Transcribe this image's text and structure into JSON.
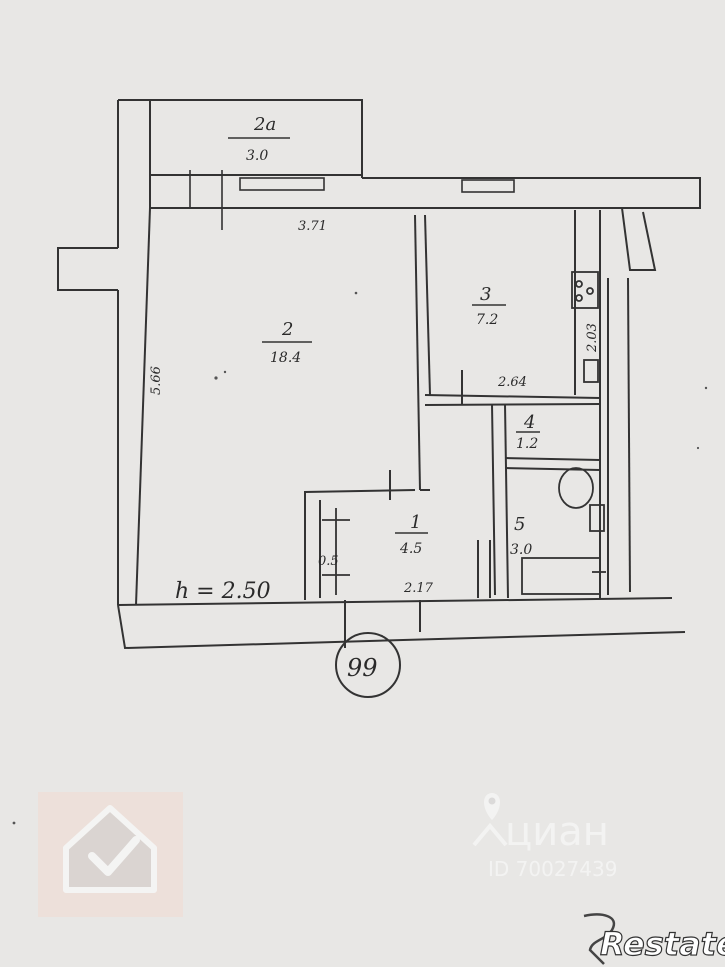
{
  "rooms": [
    {
      "number": "2a",
      "area": "3.0"
    },
    {
      "number": "2",
      "area": "18.4"
    },
    {
      "number": "3",
      "area": "7.2"
    },
    {
      "number": "4",
      "area": "1.2"
    },
    {
      "number": "1",
      "area": "4.5"
    },
    {
      "number": "5",
      "area": "3.0"
    }
  ],
  "dimensions": {
    "top_width": "3.71",
    "left_height": "5.66",
    "kitchen_width": "2.64",
    "kitchen_height": "2.03",
    "hall_width": "2.17",
    "closet_depth": "0.5"
  },
  "ceiling_note": "h = 2.50",
  "apartment_number": "99",
  "watermark": {
    "brand": "циан",
    "id_text": "ID 70027439",
    "footer_brand": "Restate"
  }
}
